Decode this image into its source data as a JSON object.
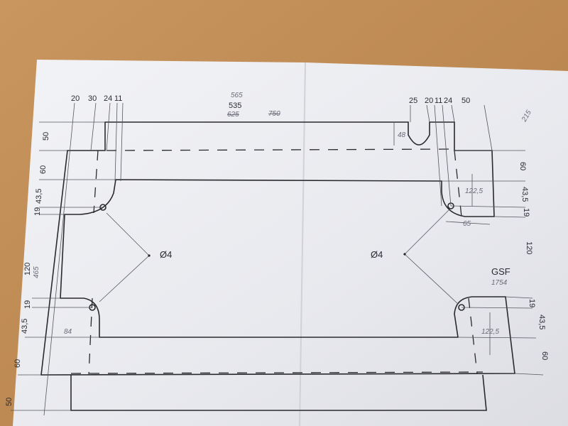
{
  "drawing": {
    "top_left_dims": [
      "20",
      "30",
      "24",
      "11"
    ],
    "top_center_dims": [
      "565",
      "535",
      "625",
      "750"
    ],
    "top_right_dims": [
      "25",
      "20",
      "11",
      "24",
      "50"
    ],
    "corner_note": "215",
    "slot_depth": "48",
    "left_dims": [
      "50",
      "60",
      "43,5",
      "19",
      "120",
      "465",
      "19",
      "43,5",
      "60",
      "50"
    ],
    "right_dims": [
      "60",
      "43,5",
      "19",
      "120",
      "19",
      "43,5",
      "60"
    ],
    "inner_dim_top": "122,5",
    "inner_dim_bottom": "122,5",
    "width_dim": "65",
    "hole_left": "Ø4",
    "hole_right": "Ø4",
    "small_note": "84",
    "label_code": "GSF",
    "label_number": "1754"
  },
  "colors": {
    "wood": "#c08c55",
    "paper": "#eceef2",
    "ink": "#2a2a2e"
  }
}
